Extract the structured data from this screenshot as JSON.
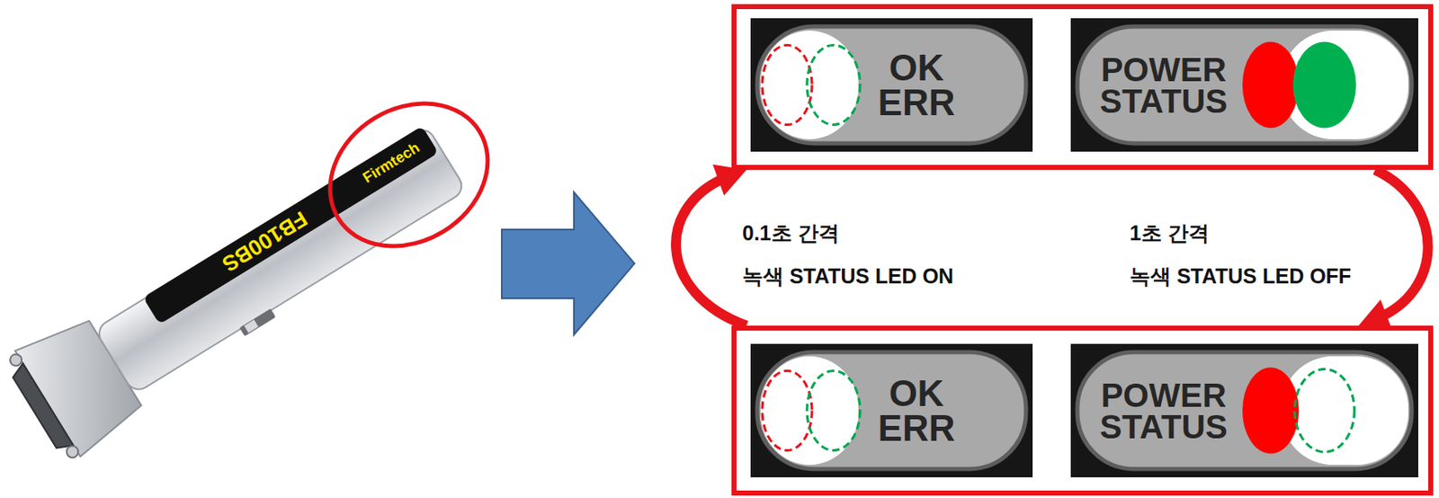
{
  "diagram": {
    "nodes": [
      {
        "text": []
      },
      {
        "text": [
          "OK ERR"
        ],
        "in": 0
      },
      {
        "text": [
          "POWER STATUS"
        ],
        "in": 0
      },
      {
        "text": []
      },
      {
        "text": [
          "OK ERR"
        ],
        "in": 3
      },
      {
        "text": [
          "POWER STATUS"
        ],
        "in": 3
      }
    ],
    "edges": [
      {
        "from": 3,
        "to": 0,
        "arrow": "to"
      },
      {
        "from": 0,
        "to": 3,
        "arrow": "to"
      }
    ],
    "labels": [
      "FB100BS",
      "Firmtech",
      "0.1초 간격",
      "녹색 STATUS LED ON",
      "1초 간격",
      "녹색 STATUS LED OFF"
    ]
  }
}
